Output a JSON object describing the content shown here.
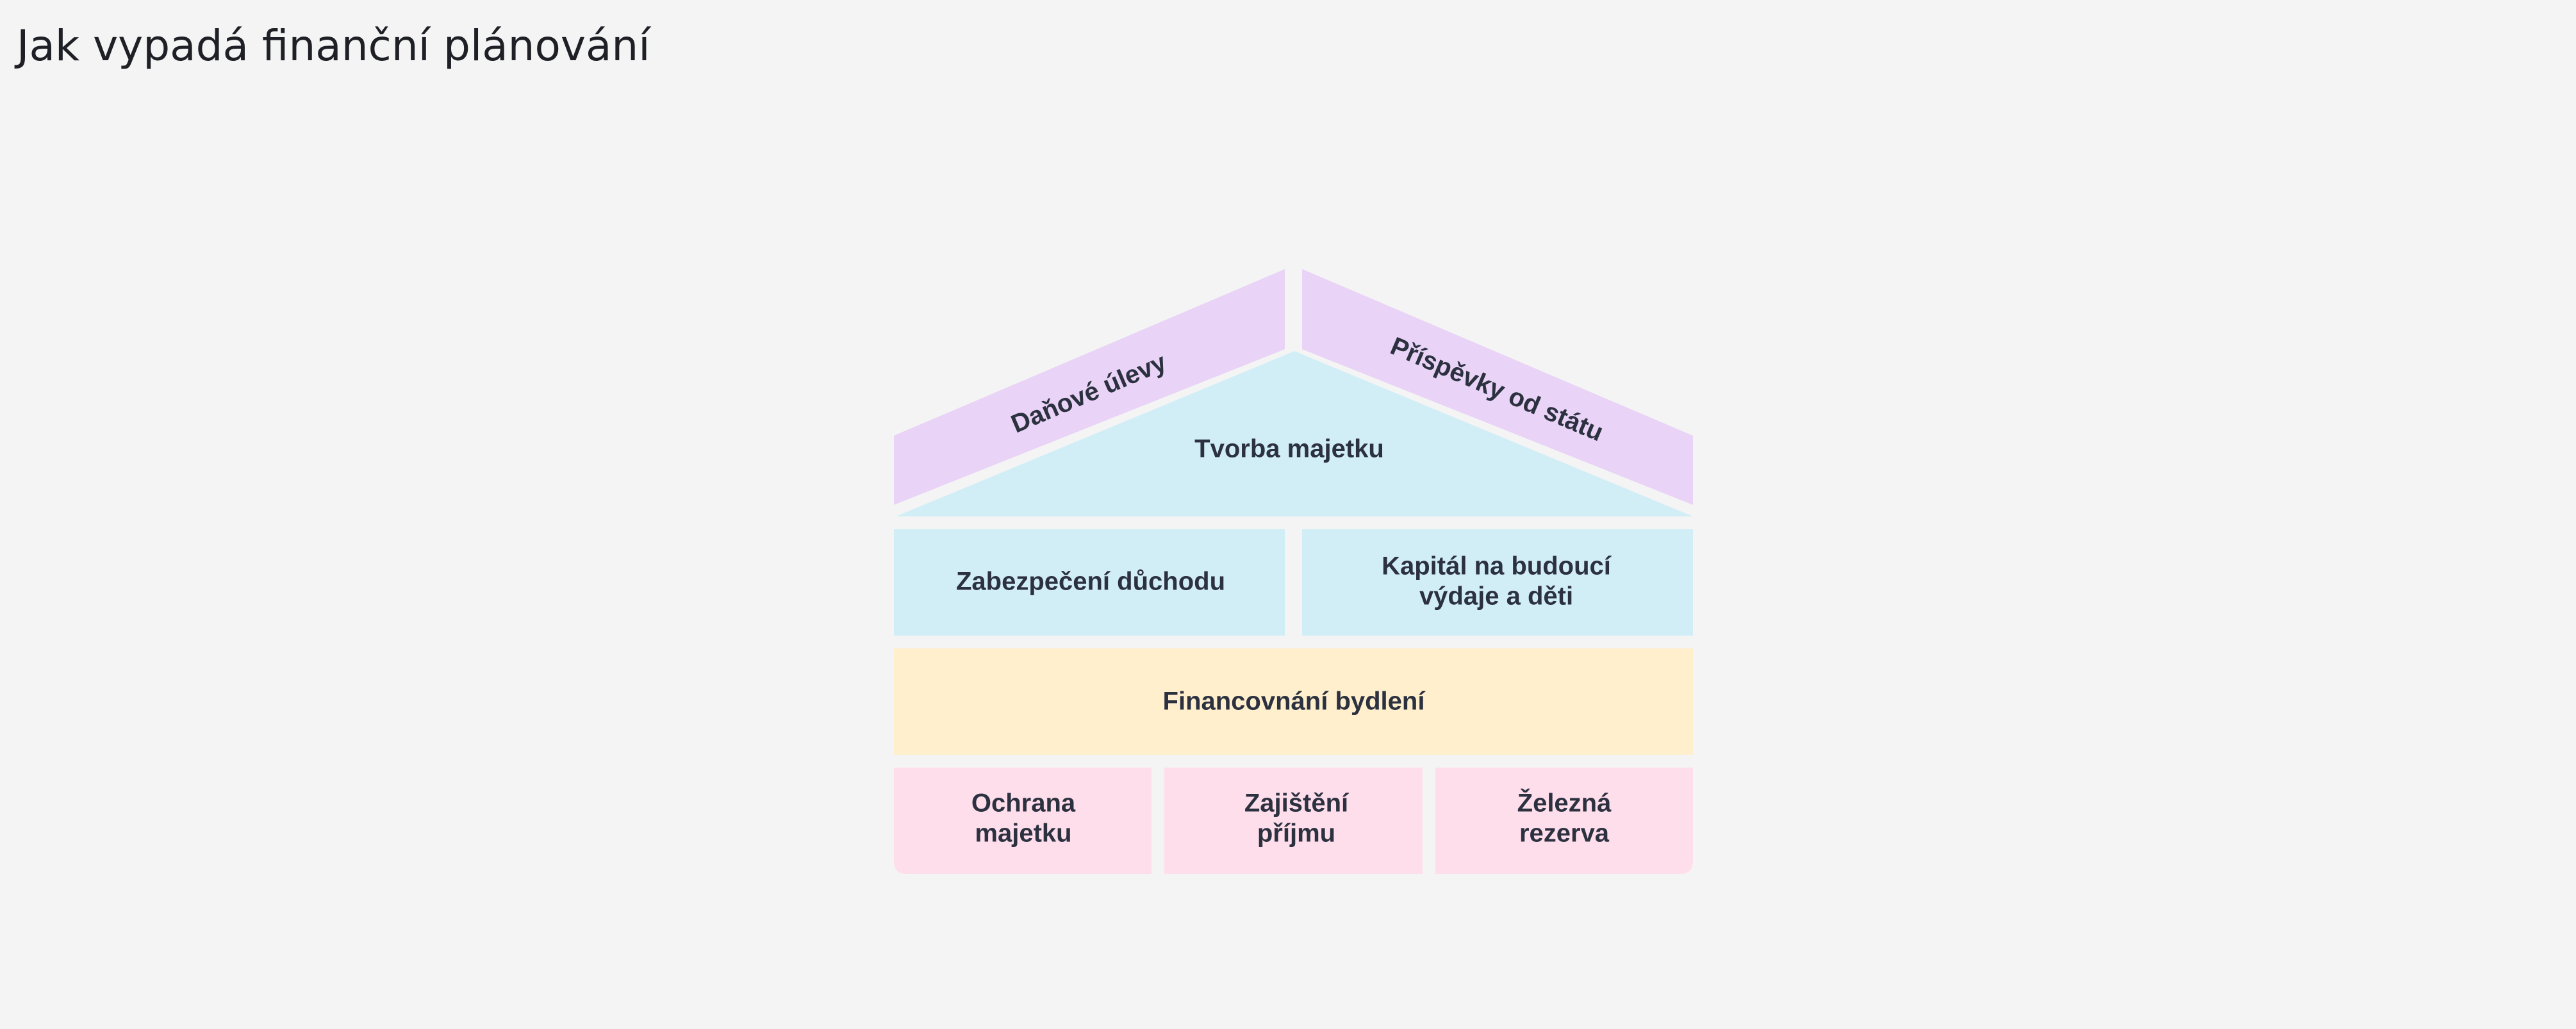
{
  "page": {
    "title": "Jak vypadá finanční plánování"
  },
  "colors": {
    "background": "#f4f4f4",
    "roof_purple": "#e9d3f6",
    "blue": "#d1eef6",
    "yellow": "#ffefcd",
    "pink": "#ffdeec",
    "text": "#2c3140"
  },
  "diagram": {
    "roof": {
      "left": "Daňové úlevy",
      "right": "Příspěvky od státu"
    },
    "attic": "Tvorba majetku",
    "upper_floor": {
      "left": "Zabezpečení důchodu",
      "right_line1": "Kapitál na budoucí",
      "right_line2": "výdaje a děti"
    },
    "middle_floor": "Financovnání bydlení",
    "foundation": {
      "left_line1": "Ochrana",
      "left_line2": "majetku",
      "center_line1": "Zajištění",
      "center_line2": "příjmu",
      "right_line1": "Železná",
      "right_line2": "rezerva"
    }
  }
}
